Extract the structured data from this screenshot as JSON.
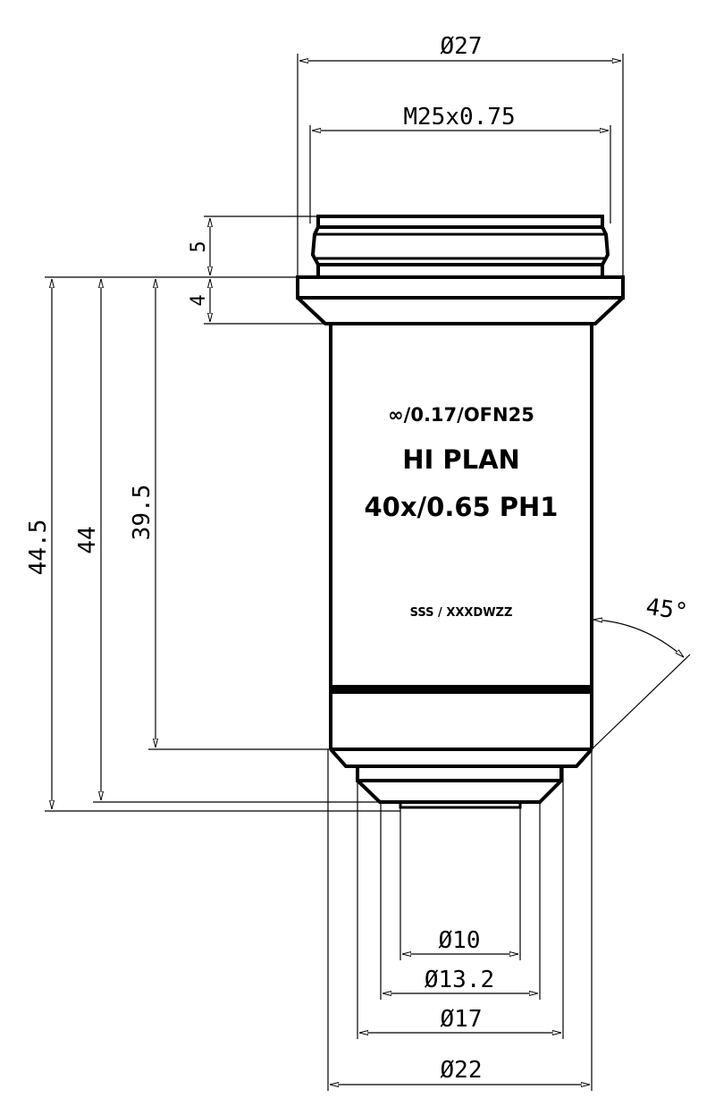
{
  "drawing": {
    "subject": "Microscope objective",
    "line_color": "#000000",
    "background": "#ffffff"
  },
  "engraving": {
    "line1": "∞/0.17/OFN25",
    "line2": "HI PLAN",
    "line3": "40x/0.65 PH1",
    "line4": "SSS / XXXDWZZ"
  },
  "dimensions": {
    "top": {
      "outer_diameter": "Ø27",
      "thread": "M25x0.75"
    },
    "left": {
      "thread_height": "5",
      "flange_height": "4",
      "total_length": "44.5",
      "length_to_front_step": "44",
      "length_to_lower_ring": "39.5"
    },
    "angle": "45°",
    "bottom": {
      "front_lens": "Ø10",
      "front_tip": "Ø13.2",
      "nose": "Ø17",
      "body": "Ø22"
    }
  }
}
